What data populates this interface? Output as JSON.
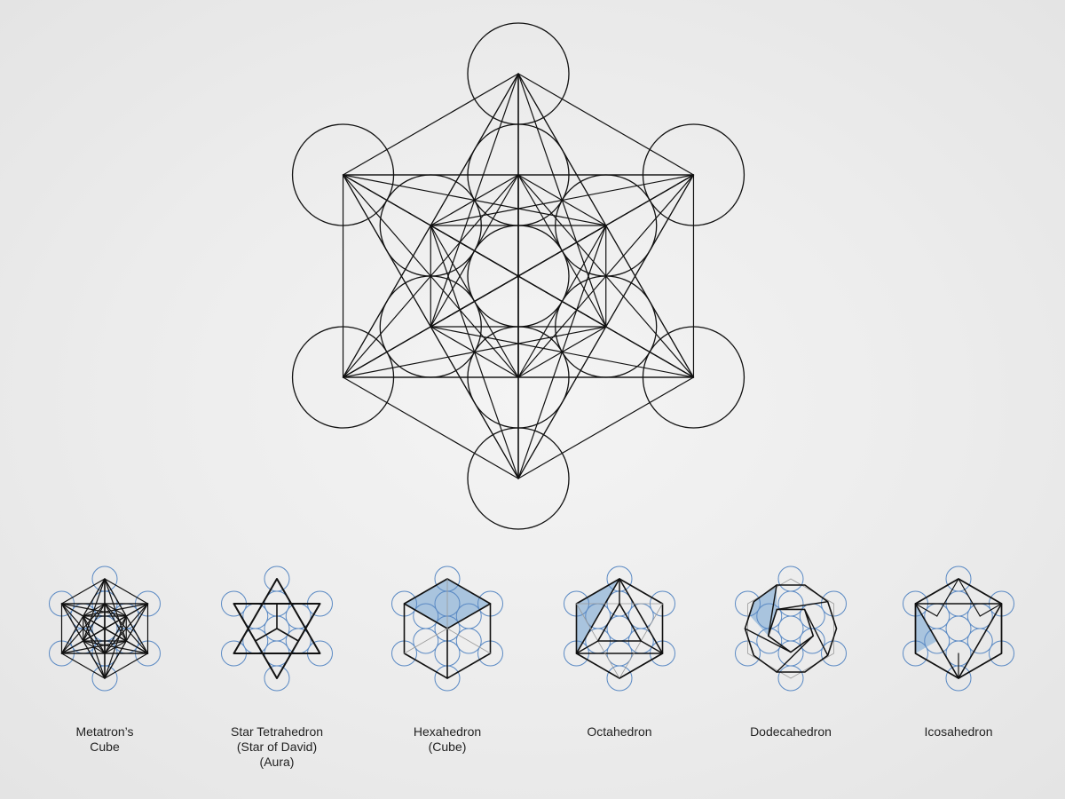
{
  "colors": {
    "background": "#ececec",
    "line": "#111111",
    "circle_blue": "#5b8ac4",
    "fill_blue": "#a9c4de"
  },
  "main_figure": {
    "name": "metatrons-cube"
  },
  "solids": [
    {
      "id": "metatrons-cube",
      "caption": [
        "Metatron’s",
        "Cube"
      ]
    },
    {
      "id": "star-tetrahedron",
      "caption": [
        "Star Tetrahedron",
        "(Star of David)",
        "(Aura)"
      ]
    },
    {
      "id": "hexahedron",
      "caption": [
        "Hexahedron",
        "(Cube)"
      ]
    },
    {
      "id": "octahedron",
      "caption": [
        "Octahedron"
      ]
    },
    {
      "id": "dodecahedron",
      "caption": [
        "Dodecahedron"
      ]
    },
    {
      "id": "icosahedron",
      "caption": [
        "Icosahedron"
      ]
    }
  ]
}
